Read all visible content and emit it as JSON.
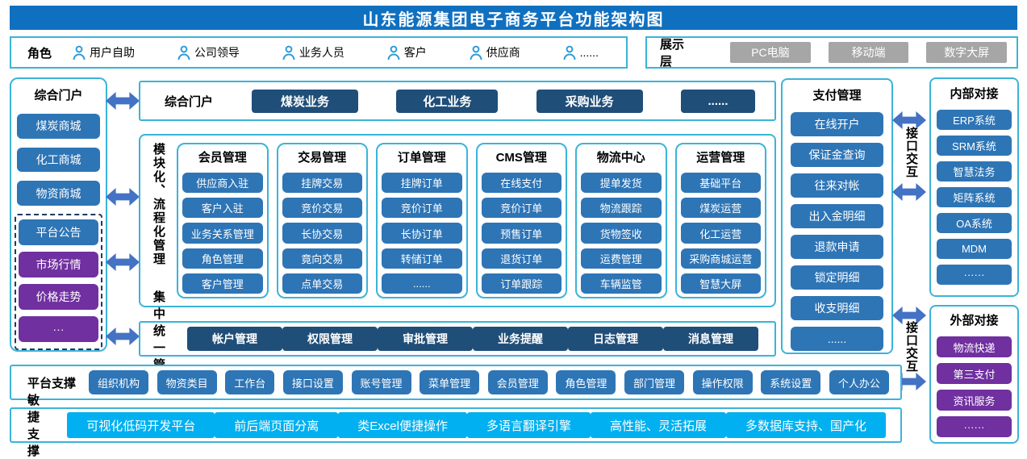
{
  "title": "山东能源集团电子商务平台功能架构图",
  "roles": {
    "label": "角色",
    "items": [
      "用户自助",
      "公司领导",
      "业务人员",
      "客户",
      "供应商",
      "......"
    ]
  },
  "display_layer": {
    "label": "展示层",
    "items": [
      "PC电脑",
      "移动端",
      "数字大屏"
    ]
  },
  "portal_column": {
    "title": "综合门户",
    "items": [
      "煤炭商城",
      "化工商城",
      "物资商城"
    ],
    "dashed_items": [
      "平台公告",
      "市场行情",
      "价格走势",
      "···"
    ]
  },
  "portal_row": {
    "label": "综合门户",
    "items": [
      "煤炭业务",
      "化工业务",
      "采购业务",
      "......"
    ]
  },
  "modules": {
    "vertical_label": "模块化、流程化管理",
    "groups": [
      {
        "title": "会员管理",
        "items": [
          "供应商入驻",
          "客户入驻",
          "业务关系管理",
          "角色管理",
          "客户管理"
        ]
      },
      {
        "title": "交易管理",
        "items": [
          "挂牌交易",
          "竞价交易",
          "长协交易",
          "竟向交易",
          "点单交易"
        ]
      },
      {
        "title": "订单管理",
        "items": [
          "挂牌订单",
          "竞价订单",
          "长协订单",
          "转储订单",
          "......"
        ]
      },
      {
        "title": "CMS管理",
        "items": [
          "在线支付",
          "竞价订单",
          "预售订单",
          "退货订单",
          "订单跟踪"
        ]
      },
      {
        "title": "物流中心",
        "items": [
          "提单发货",
          "物流跟踪",
          "货物签收",
          "运费管理",
          "车辆监管"
        ]
      },
      {
        "title": "运营管理",
        "items": [
          "基础平台",
          "煤炭运营",
          "化工运营",
          "采购商城运营",
          "智慧大屏"
        ]
      }
    ]
  },
  "central_control": {
    "label": "集中统一管控",
    "items": [
      "帐户管理",
      "权限管理",
      "审批管理",
      "业务提醒",
      "日志管理",
      "消息管理"
    ]
  },
  "payment": {
    "title": "支付管理",
    "items": [
      "在线开户",
      "保证金查询",
      "往来对帐",
      "出入金明细",
      "退款申请",
      "锁定明细",
      "收支明细",
      "......"
    ]
  },
  "interface_interaction": {
    "top_label": "接口交互",
    "bottom_label": "接口交互"
  },
  "internal_integration": {
    "title": "内部对接",
    "items": [
      "ERP系统",
      "SRM系统",
      "智慧法务",
      "矩阵系统",
      "OA系统",
      "MDM",
      "······"
    ]
  },
  "external_integration": {
    "title": "外部对接",
    "items": [
      "物流快递",
      "第三支付",
      "资讯服务",
      "······"
    ]
  },
  "platform_support": {
    "label": "平台支撑",
    "items": [
      "组织机构",
      "物资类目",
      "工作台",
      "接口设置",
      "账号管理",
      "菜单管理",
      "会员管理",
      "角色管理",
      "部门管理",
      "操作权限",
      "系统设置",
      "个人办公"
    ]
  },
  "agile_support": {
    "label": "敏捷支撑",
    "items": [
      "可视化低码开发平台",
      "前后端页面分离",
      "类Excel便捷操作",
      "多语言翻译引擎",
      "高性能、灵活拓展",
      "多数据库支持、国产化"
    ]
  },
  "colors": {
    "title_bar": "#1070C0",
    "panel_border": "#3BB4D8",
    "navy_button": "#1F4E79",
    "blue_button": "#2E75B6",
    "purple_button": "#7030A0",
    "gray_button": "#A6A6A6",
    "bright_cyan_button": "#00B0F0",
    "arrow": "#4472C4",
    "dashed_border": "#1F3864",
    "person_icon": "#2E9BDB"
  }
}
